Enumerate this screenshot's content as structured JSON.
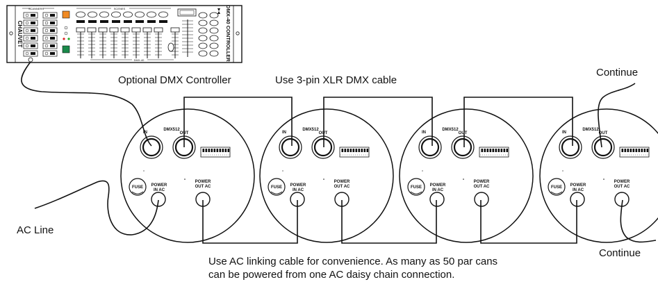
{
  "labels": {
    "controller_caption": "Optional DMX Controller",
    "xlr_caption": "Use 3-pin XLR DMX cable",
    "continue_top": "Continue",
    "continue_bottom": "Continue",
    "ac_line": "AC Line",
    "ac_note_line1": "Use AC linking cable for convenience. As many as 50 par cans",
    "ac_note_line2": "can be powered from one AC daisy chain connection."
  },
  "controller": {
    "brand": "CHAUVET",
    "model": "DMX-40 CONTROLLER",
    "scanners_label": "SCANNERS",
    "scenes_label": "SCENES",
    "model_small": "DMX-40"
  },
  "fixture": {
    "dmx_label": "DMX512",
    "in_label": "IN",
    "out_label": "OUT",
    "fuse_label": "FUSE",
    "power_in_line1": "POWER",
    "power_in_line2": "IN AC",
    "power_out_line1": "POWER",
    "power_out_line2": "OUT AC"
  },
  "fixtures": [
    {
      "id": "fixture-1"
    },
    {
      "id": "fixture-2"
    },
    {
      "id": "fixture-3"
    },
    {
      "id": "fixture-4"
    }
  ]
}
